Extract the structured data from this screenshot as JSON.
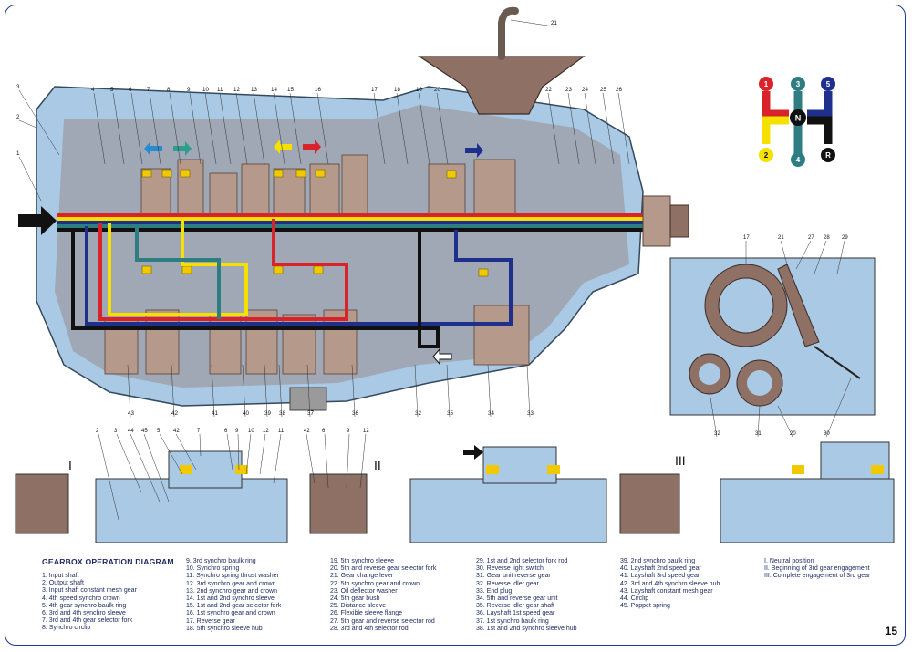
{
  "legend": {
    "title": "GEARBOX OPERATION DIAGRAM",
    "col1": [
      "1. Input shaft",
      "2. Output shaft",
      "3. Input shaft constant mesh gear",
      "4. 4th speed synchro crown",
      "5. 4th gear synchro baulk ring",
      "6. 3rd and 4th synchro sleeve",
      "7. 3rd and 4th gear selector fork",
      "8. Synchro circlip"
    ],
    "col2": [
      "9. 3rd synchro baulk ring",
      "10. Synchro spring",
      "11. Synchro spring thrust washer",
      "12. 3rd synchro gear and crown",
      "13. 2nd synchro gear and crown",
      "14. 1st and 2nd synchro sleeve",
      "15. 1st and 2nd gear selector fork",
      "16. 1st synchro gear and crown",
      "17. Reverse gear",
      "18. 5th synchro sleeve hub"
    ],
    "col3": [
      "19. 5th synchro sleeve",
      "20. 5th and reverse gear selector fork",
      "21. Gear change lever",
      "22. 5th synchro gear and crown",
      "23. Oil deflector washer",
      "24. 5th gear bush",
      "25. Distance sleeve",
      "26. Flexible sleeve flange",
      "27. 5th gear and reverse selector rod",
      "28. 3rd and 4th selector rod"
    ],
    "col4": [
      "29. 1st and 2nd selector fork rod",
      "30. Reverse light switch",
      "31. Gear unit reverse gear",
      "32. Reverse idler gear",
      "33. End plug",
      "34. 5th and reverse gear unit",
      "35. Reverse idler gear shaft",
      "36. Layshaft 1st speed gear",
      "37. 1st synchro baulk ring",
      "38. 1st and 2nd synchro sleeve hub"
    ],
    "col5": [
      "39. 2nd synchro baulk ring",
      "40. Layshaft 2nd speed gear",
      "41. Layshaft 3rd speed gear",
      "42. 3rd and 4th synchro sleeve hub",
      "43. Layshaft constant mesh gear",
      "44. Circlip",
      "45. Poppet spring"
    ],
    "col6": [
      "I.    Neutral position",
      "II.   Beginning of 3rd gear engagement",
      "III.  Complete engagement of 3rd gear"
    ]
  },
  "page_number": "15",
  "stages": {
    "s1": "I",
    "s2": "II",
    "s3": "III"
  },
  "gear_diagram": {
    "neutral": "N",
    "g1": "1",
    "g2": "2",
    "g3": "3",
    "g4": "4",
    "g5": "5",
    "reverse": "R"
  },
  "main_callouts_top": [
    "4",
    "5",
    "6",
    "7",
    "8",
    "9",
    "10",
    "11",
    "12",
    "13",
    "14",
    "15",
    "16",
    "17",
    "18",
    "19",
    "20",
    "22",
    "23",
    "24",
    "25",
    "26"
  ],
  "main_callouts_left": [
    "1",
    "2",
    "3"
  ],
  "main_callouts_bottom": [
    "43",
    "42",
    "41",
    "40",
    "39",
    "38",
    "37",
    "36",
    "32",
    "35",
    "34",
    "33"
  ],
  "callout_21": "21",
  "inset_callouts": [
    "17",
    "21",
    "27",
    "28",
    "29",
    "32",
    "31",
    "20",
    "30"
  ],
  "stage_callouts_1": [
    "2",
    "3",
    "44",
    "45",
    "5",
    "42",
    "7",
    "6",
    "9",
    "10",
    "12",
    "11"
  ],
  "stage_callouts_2": [
    "42",
    "6",
    "9",
    "12"
  ],
  "colors": {
    "red": "#d8232a",
    "yellow": "#f5e000",
    "blue": "#1f2f8c",
    "teal": "#2e7d83",
    "black": "#111111",
    "housing": "#a8c6e0",
    "metal": "#8a7060"
  }
}
